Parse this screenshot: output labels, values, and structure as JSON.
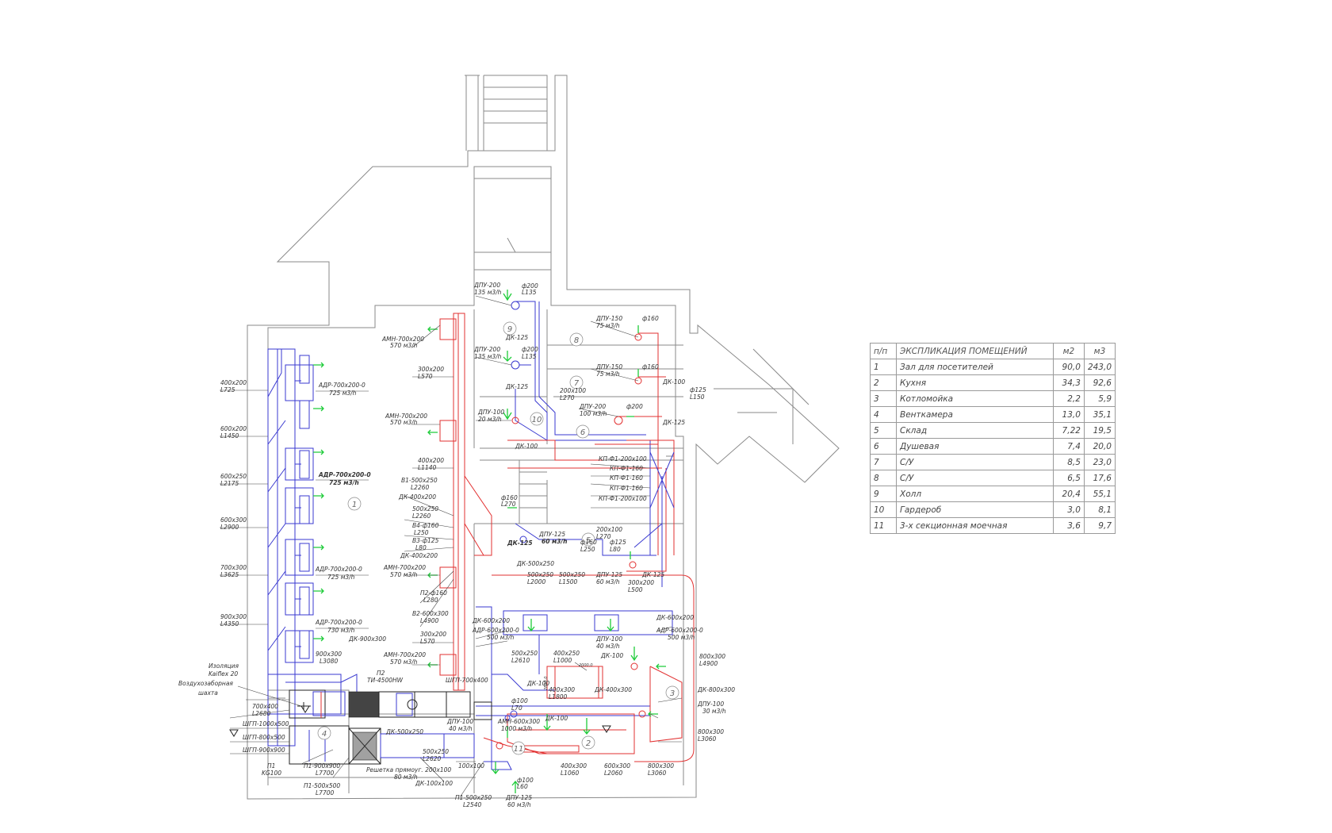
{
  "explication": {
    "headers": [
      "п/п",
      "ЭКСПЛИКАЦИЯ ПОМЕЩЕНИЙ",
      "м2",
      "м3"
    ],
    "rows": [
      [
        "1",
        "Зал для посетителей",
        "90,0",
        "243,0"
      ],
      [
        "2",
        "Кухня",
        "34,3",
        "92,6"
      ],
      [
        "3",
        "Котломойка",
        "2,2",
        "5,9"
      ],
      [
        "4",
        "Венткамера",
        "13,0",
        "35,1"
      ],
      [
        "5",
        "Склад",
        "7,22",
        "19,5"
      ],
      [
        "6",
        "Душевая",
        "7,4",
        "20,0"
      ],
      [
        "7",
        "С/У",
        "8,5",
        "23,0"
      ],
      [
        "8",
        "С/У",
        "6,5",
        "17,6"
      ],
      [
        "9",
        "Холл",
        "20,4",
        "55,1"
      ],
      [
        "10",
        "Гардероб",
        "3,0",
        "8,1"
      ],
      [
        "11",
        "3-х секционная моечная",
        "3,6",
        "9,7"
      ]
    ]
  },
  "plan": {
    "room_numbers": [
      "1",
      "2",
      "3",
      "4",
      "5",
      "6",
      "7",
      "8",
      "9",
      "10",
      "11"
    ],
    "left_duct_labels": [
      "400х200",
      "L725",
      "600х200",
      "L1450",
      "600х250",
      "L2175",
      "600х300",
      "L2900",
      "700х300",
      "L3625",
      "900х300",
      "L4350"
    ],
    "supply_diffusers": [
      "АДР-700х200-0",
      "725 м3/h",
      "АДР-700х200-0",
      "725 м3/h",
      "АДР-700х200-0",
      "725 м3/h",
      "АДР-700х200-0",
      "730 м3/h"
    ],
    "exhaust_labels": [
      "АМН-700х200",
      "570 м3/h",
      "300х200",
      "L570",
      "АМН-700х200",
      "570 м3/h",
      "400х200",
      "L1140",
      "В1-500х250",
      "L2260",
      "ДК-400х200",
      "500х250",
      "L2260",
      "В4-ф160",
      "L250",
      "В3-ф125",
      "L80",
      "ДК-400х200",
      "АМН-700х200",
      "570 м3/h",
      "П2-ф160",
      "L280",
      "В2-600х300",
      "L4900",
      "300х200",
      "L570",
      "АМН-700х200",
      "570 м3/h"
    ],
    "top_labels": [
      "ДПУ-200",
      "135 м3/h",
      "ф200",
      "L135",
      "ДК-125",
      "ДПУ-200",
      "135 м3/h",
      "ф200",
      "L135",
      "ДК-125",
      "ДПУ-100",
      "20 м3/h",
      "ДК-100",
      "200х100",
      "L270",
      "ДПУ-200",
      "100 м3/h",
      "ф200",
      "ДПУ-150",
      "75 м3/h",
      "ф160",
      "ДПУ-150",
      "75 м3/h",
      "ф160",
      "ДК-100",
      "ф125",
      "L150",
      "ДК-125"
    ],
    "mid_labels": [
      "КП-Ф1-200х100",
      "КП-Ф1-160",
      "КП-Ф1-160",
      "КП-Ф1-160",
      "КП-Ф1-200х100",
      "ф160",
      "L270",
      "ДПУ-125",
      "60 м3/h",
      "ДК-125",
      "ф160",
      "L250",
      "200х100",
      "L270",
      "ф125",
      "L80",
      "ДК-500х250",
      "500х250",
      "L2000",
      "500х250",
      "L1500",
      "ДПУ-125",
      "60 м3/h",
      "ДК-125",
      "300х200",
      "L500"
    ],
    "kitchen_labels": [
      "ДК-600х200",
      "АДР-600х200-0",
      "500 м3/h",
      "ДК-600х200",
      "АДР-600х200-0",
      "500 м3/h",
      "500х250",
      "L2610",
      "400х250",
      "L1000",
      "ДПУ-100",
      "40 м3/h",
      "ДК-100",
      "800х300",
      "L4900",
      "ДК-100",
      "400х300",
      "L1800",
      "ДК-400х300",
      "ДК-800х300",
      "ДПУ-100",
      "30 м3/h",
      "800х300",
      "L3060",
      "ДК-100",
      "АМН-600х300",
      "1000 м3/h",
      "400х300",
      "L1060",
      "600х300",
      "L2060",
      "800х300",
      "L3060",
      "ф100",
      "L70",
      "ф100",
      "L60",
      "ДПУ-125",
      "60 м3/h",
      "П1-500х250",
      "L2540",
      "ДК-100х100",
      "100х100",
      "ДПУ-100",
      "40 м3/h"
    ],
    "vent_labels": [
      "ДК-900х300",
      "900х300",
      "L3080",
      "Изоляция",
      "Kaiflex 20",
      "Воздухозаборная",
      "шахта",
      "П2",
      "ТИ-4500НW",
      "ШГП-700х400",
      "700х400",
      "L2680",
      "ШГП-1000х500",
      "ШГП-800х500",
      "ШГП-900х900",
      "П1",
      "KG100",
      "П1-900х900",
      "L7700",
      "П1-500х500",
      "L7700",
      "ДК-500х250",
      "500х250",
      "L2620",
      "Решетка прямоуг. 200х100",
      "80 м3/h",
      "2000,0",
      "2800,0"
    ]
  },
  "colors": {
    "supply": "#3a3ad0",
    "exhaust": "#e23030",
    "airflow_arrow": "#1fcc3a",
    "walls": "#8a8a8a"
  }
}
